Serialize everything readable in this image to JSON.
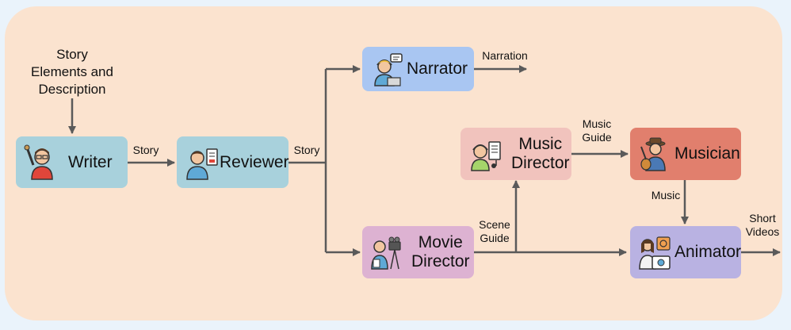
{
  "colors": {
    "background": "#fbe3cf",
    "arrow": "#5a5a5a",
    "writer": "#a8d1dc",
    "reviewer": "#a8d1dc",
    "narrator": "#a9c6f2",
    "music_director": "#f1c3bd",
    "musician": "#e17f6d",
    "movie_director": "#ddb2d2",
    "animator": "#b9b2e2"
  },
  "input": {
    "line1": "Story",
    "line2": "Elements and",
    "line3": "Description"
  },
  "nodes": {
    "writer": {
      "label": "Writer",
      "icon": "writer-icon"
    },
    "reviewer": {
      "label": "Reviewer",
      "icon": "reviewer-icon"
    },
    "narrator": {
      "label": "Narrator",
      "icon": "narrator-icon"
    },
    "music_director": {
      "line1": "Music",
      "line2": "Director",
      "icon": "music-director-icon"
    },
    "musician": {
      "label": "Musician",
      "icon": "musician-icon"
    },
    "movie_director": {
      "line1": "Movie",
      "line2": "Director",
      "icon": "movie-director-icon"
    },
    "animator": {
      "label": "Animator",
      "icon": "animator-icon"
    }
  },
  "edges": {
    "writer_to_reviewer": "Story",
    "reviewer_out": "Story",
    "narrator_out": "Narration",
    "music_guide": {
      "line1": "Music",
      "line2": "Guide"
    },
    "musician_to_animator": "Music",
    "scene_guide": {
      "line1": "Scene",
      "line2": "Guide"
    },
    "animator_out": {
      "line1": "Short",
      "line2": "Videos"
    }
  }
}
